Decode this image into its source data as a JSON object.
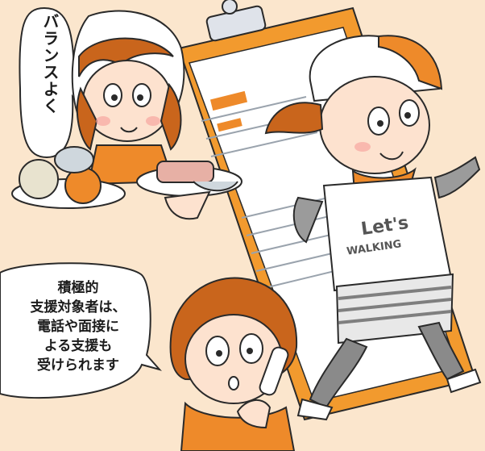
{
  "speech_top": "バランスよく",
  "speech_left": [
    "積極的",
    "支援対象者は、",
    "電話や面接に",
    "よる支援も",
    "受けられます"
  ],
  "shirt": {
    "line1": "Let's",
    "line2": "WALKING"
  },
  "colors": {
    "background": "#fbe6cd",
    "clipboard": "#f29a2e",
    "accent": "#ee8a2a",
    "hair": "#c9651c",
    "outline": "#2a2a2a"
  }
}
